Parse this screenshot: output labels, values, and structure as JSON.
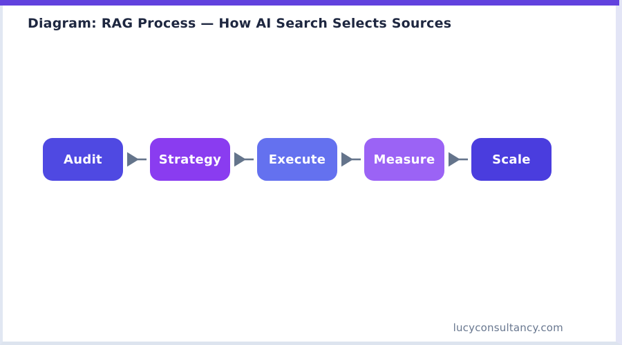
{
  "page": {
    "title": "Diagram: RAG Process — How AI Search Selects Sources",
    "footer": "lucyconsultancy.com"
  },
  "colors": {
    "top_bar": "#6142de",
    "title_text": "#1e2740",
    "arrow": "#64748b",
    "footer_text": "#68778f",
    "page_border": "#e1e7f2"
  },
  "flow": {
    "nodes": [
      {
        "label": "Audit",
        "color": "#4f49e2"
      },
      {
        "label": "Strategy",
        "color": "#8a3cf0"
      },
      {
        "label": "Execute",
        "color": "#6471ef"
      },
      {
        "label": "Measure",
        "color": "#9b63f5"
      },
      {
        "label": "Scale",
        "color": "#4a3dde"
      }
    ]
  }
}
